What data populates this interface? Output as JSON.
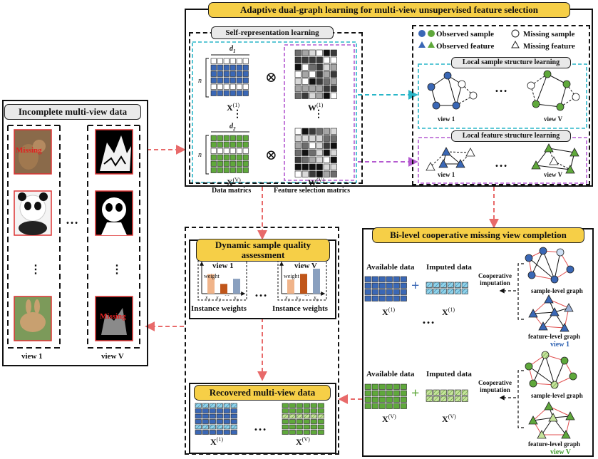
{
  "left": {
    "title": "Incomplete multi-view data",
    "view1": "view 1",
    "viewV": "view V",
    "missing": "Missing",
    "dots": "…",
    "vdots": "⋮"
  },
  "adaptive": {
    "title": "Adaptive dual-graph learning for multi-view unsupervised feature selection",
    "selfrep_title": "Self-representation learning",
    "n": "n",
    "d1": "d",
    "d1_sub": "1",
    "d2": "d",
    "d2_sub": "2",
    "x1": "X",
    "x1_sup": "(1)",
    "xV": "X",
    "xV_sup": "(V)",
    "w1": "W",
    "w1_sup": "(1)",
    "wV": "W",
    "wV_sup": "(V)",
    "otimes": "⊗",
    "vdots": "⋮",
    "data_matrics": "Data matrics",
    "fs_matrics": "Feature selection matrics",
    "legend": {
      "observed_sample": "Observed sample",
      "missing_sample": "Missing sample",
      "observed_feature": "Observed feature",
      "missing_feature": "Missing feature"
    },
    "local_sample_title": "Local sample structure learning",
    "local_feature_title": "Local feature structure learning",
    "view1": "view 1",
    "viewV": "view V",
    "dots": "…"
  },
  "dsqa": {
    "title": "Dynamic sample quality assessment",
    "view1": "view 1",
    "viewV": "view V",
    "weight": "weight",
    "instance_weights": "Instance weights",
    "x1": "x",
    "x1_sub": "1",
    "x2": "x",
    "x2_sub": "2",
    "xn": "x",
    "xn_sub": "n",
    "dots": "…",
    "bars_view1": [
      0.72,
      0.36,
      0.55
    ],
    "bars_viewV": [
      0.52,
      0.73,
      0.92
    ]
  },
  "recovered": {
    "title": "Recovered multi-view data",
    "x1": "X",
    "x1_sup": "(1)",
    "xV": "X",
    "xV_sup": "(V)",
    "dots": "…"
  },
  "bilevel": {
    "title": "Bi-level cooperative missing view completion",
    "available": "Available data",
    "imputed": "Imputed data",
    "cooperative": "Cooperative",
    "imputation": "imputation",
    "sample_graph": "sample-level graph",
    "feature_graph": "feature-level graph",
    "view1": "view 1",
    "viewV": "view V",
    "plus": "+",
    "dots": "…",
    "x1": "X",
    "x1_sup": "(1)",
    "xV": "X",
    "xV_sup": "(V)"
  },
  "colors": {
    "yellow": "#f6cf47",
    "blue": "#3a67b5",
    "light_blue": "#8fd3ea",
    "green": "#5fa83b",
    "light_green": "#c5e39a",
    "red_arrow": "#e86a6a",
    "cyan_dash": "#29b6c8",
    "purple_dash": "#b45ad0",
    "bar_orange": "#f0b48a",
    "bar_dark": "#c0561a",
    "bar_gray": "#8aa0bf"
  }
}
